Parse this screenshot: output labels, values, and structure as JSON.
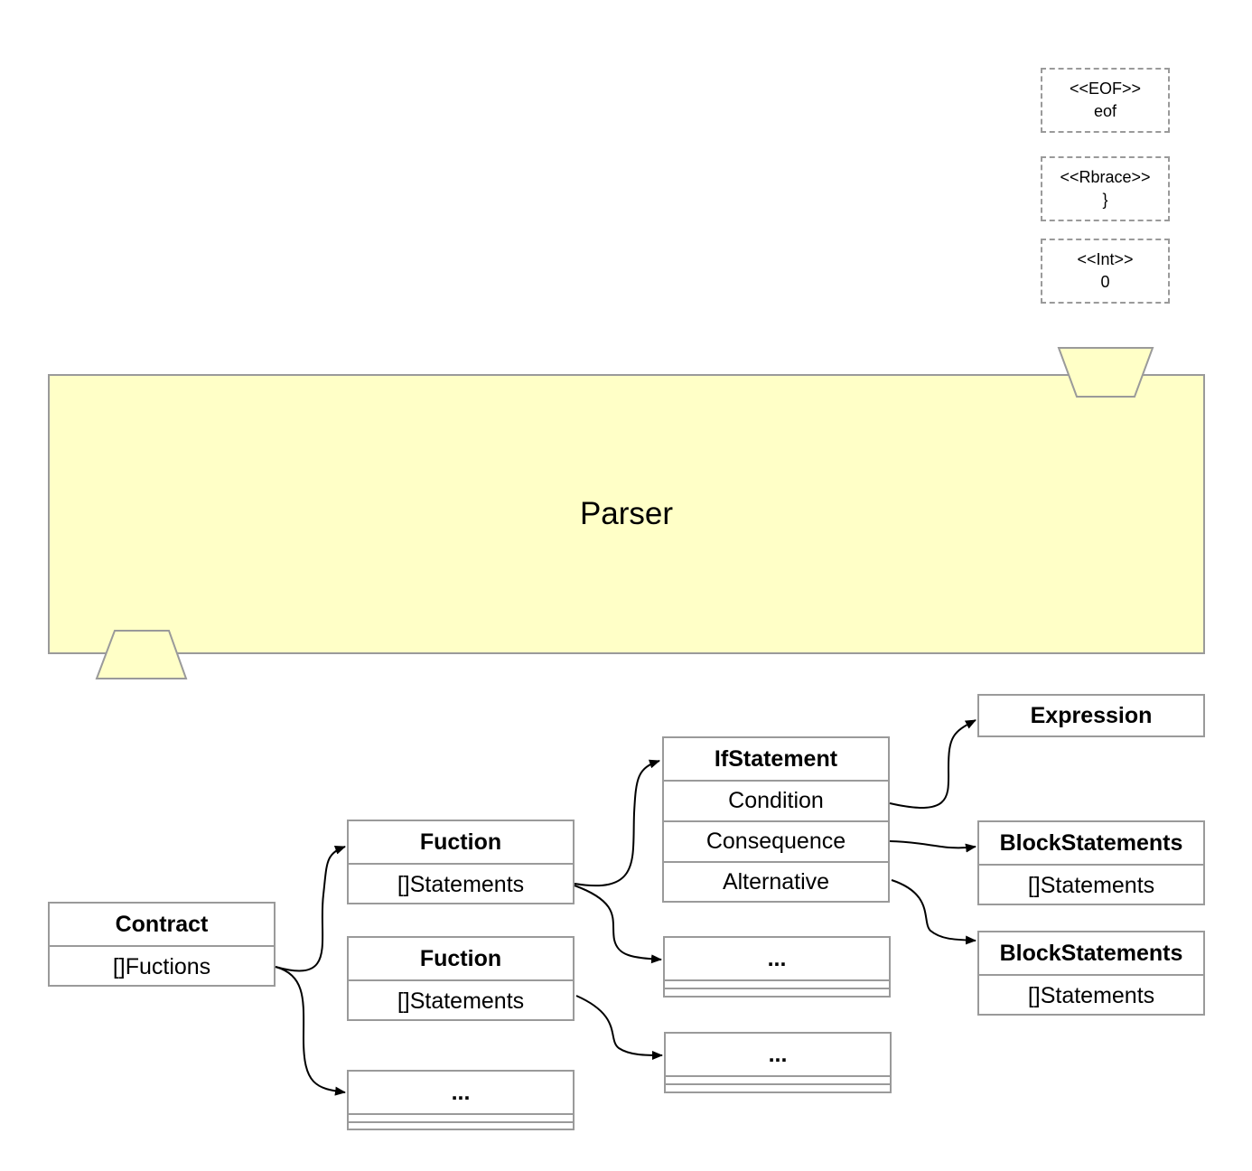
{
  "tokens": [
    {
      "stereotype": "<<EOF>>",
      "value": "eof"
    },
    {
      "stereotype": "<<Rbrace>>",
      "value": "}"
    },
    {
      "stereotype": "<<Int>>",
      "value": "0"
    }
  ],
  "parser": {
    "label": "Parser"
  },
  "nodes": {
    "contract": {
      "title": "Contract",
      "field": "[]Fuctions"
    },
    "function1": {
      "title": "Fuction",
      "field": "[]Statements"
    },
    "function2": {
      "title": "Fuction",
      "field": "[]Statements"
    },
    "functions_more": {
      "title": "..."
    },
    "if_statement": {
      "title": "IfStatement",
      "fields": [
        "Condition",
        "Consequence",
        "Alternative"
      ]
    },
    "statements_more_1": {
      "title": "..."
    },
    "statements_more_2": {
      "title": "..."
    },
    "expression": {
      "title": "Expression"
    },
    "block1": {
      "title": "BlockStatements",
      "field": "[]Statements"
    },
    "block2": {
      "title": "BlockStatements",
      "field": "[]Statements"
    }
  },
  "colors": {
    "parser_fill": "#ffffc7",
    "border": "#9a9a9a",
    "arrow": "#000000"
  }
}
